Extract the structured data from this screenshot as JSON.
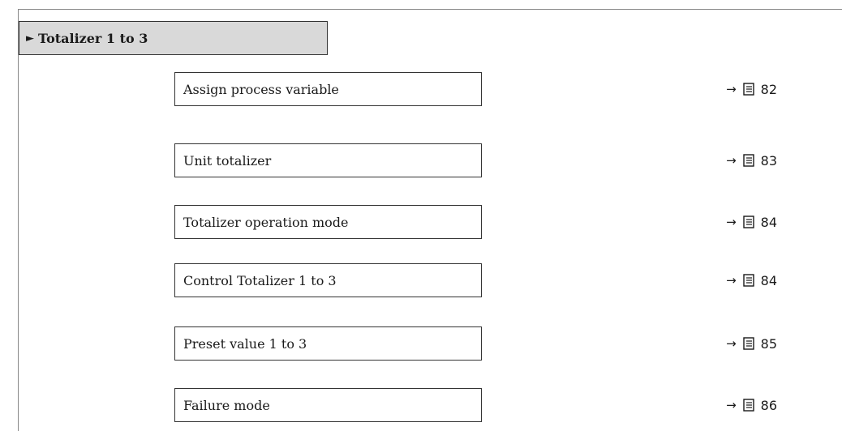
{
  "header": {
    "arrow": "►",
    "title": "Totalizer 1 to 3"
  },
  "parameters": [
    {
      "label": "Assign process variable",
      "arrow": "→",
      "page": "82"
    },
    {
      "label": "Unit totalizer",
      "arrow": "→",
      "page": "83"
    },
    {
      "label": "Totalizer operation mode",
      "arrow": "→",
      "page": "84"
    },
    {
      "label": "Control Totalizer 1 to 3",
      "arrow": "→",
      "page": "84"
    },
    {
      "label": "Preset value 1 to 3",
      "arrow": "→",
      "page": "85"
    },
    {
      "label": "Failure mode",
      "arrow": "→",
      "page": "86"
    }
  ],
  "icons": {
    "page_ref": "book-icon"
  }
}
